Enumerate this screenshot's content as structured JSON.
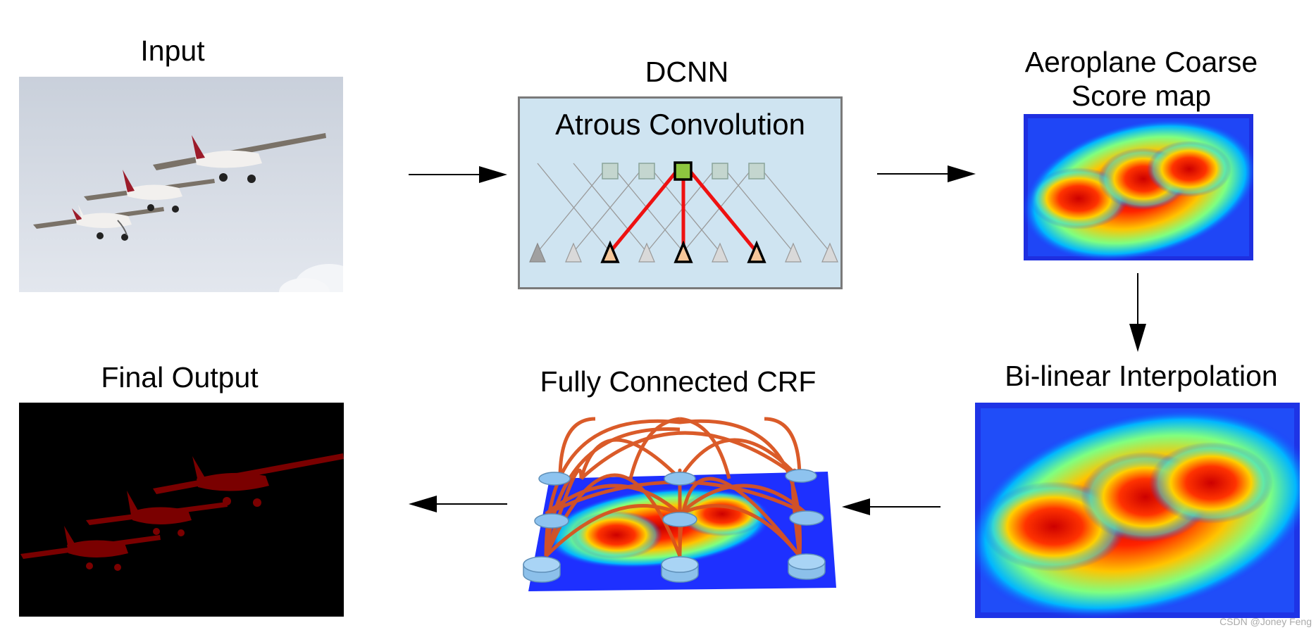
{
  "stages": {
    "input": "Input",
    "dcnn": "DCNN",
    "atrous": "Atrous Convolution",
    "coarse_line1": "Aeroplane Coarse",
    "coarse_line2": "Score map",
    "bilinear": "Bi-linear Interpolation",
    "crf": "Fully Connected CRF",
    "final": "Final Output"
  },
  "watermark": "CSDN @Joney Feng",
  "colors": {
    "arrow": "#000000",
    "atrous_bg": "#cfe4f1",
    "atrous_border": "#7a7a7a",
    "highlight_edge": "#ee1111",
    "active_unit": "#8dc63f",
    "active_input": "#f5c79a",
    "crf_edges": "#d9531e",
    "mask": "#7a0000"
  }
}
